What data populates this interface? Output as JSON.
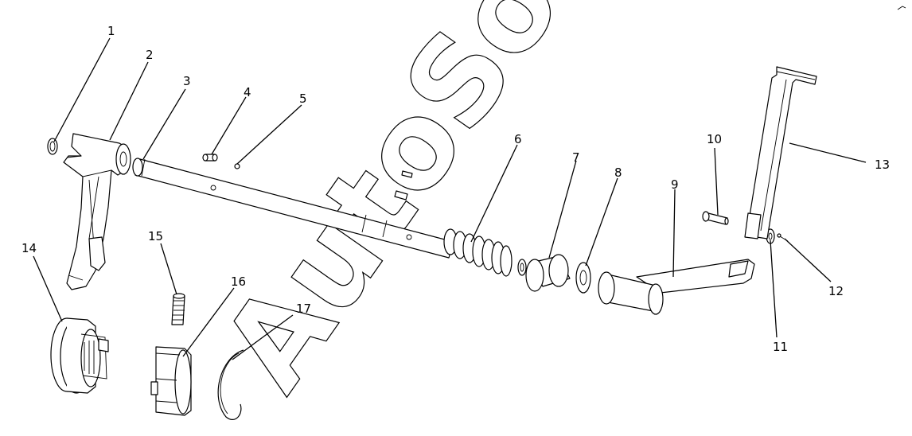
{
  "diagram": {
    "watermark": "AutoSoft",
    "callouts": [
      {
        "id": "1",
        "label": "1"
      },
      {
        "id": "2",
        "label": "2"
      },
      {
        "id": "3",
        "label": "3"
      },
      {
        "id": "4",
        "label": "4"
      },
      {
        "id": "5",
        "label": "5"
      },
      {
        "id": "6",
        "label": "6"
      },
      {
        "id": "7",
        "label": "7"
      },
      {
        "id": "8",
        "label": "8"
      },
      {
        "id": "9",
        "label": "9"
      },
      {
        "id": "10",
        "label": "10"
      },
      {
        "id": "11",
        "label": "11"
      },
      {
        "id": "12",
        "label": "12"
      },
      {
        "id": "13",
        "label": "13"
      },
      {
        "id": "14",
        "label": "14"
      },
      {
        "id": "15",
        "label": "15"
      },
      {
        "id": "16",
        "label": "16"
      },
      {
        "id": "17",
        "label": "17"
      }
    ]
  }
}
